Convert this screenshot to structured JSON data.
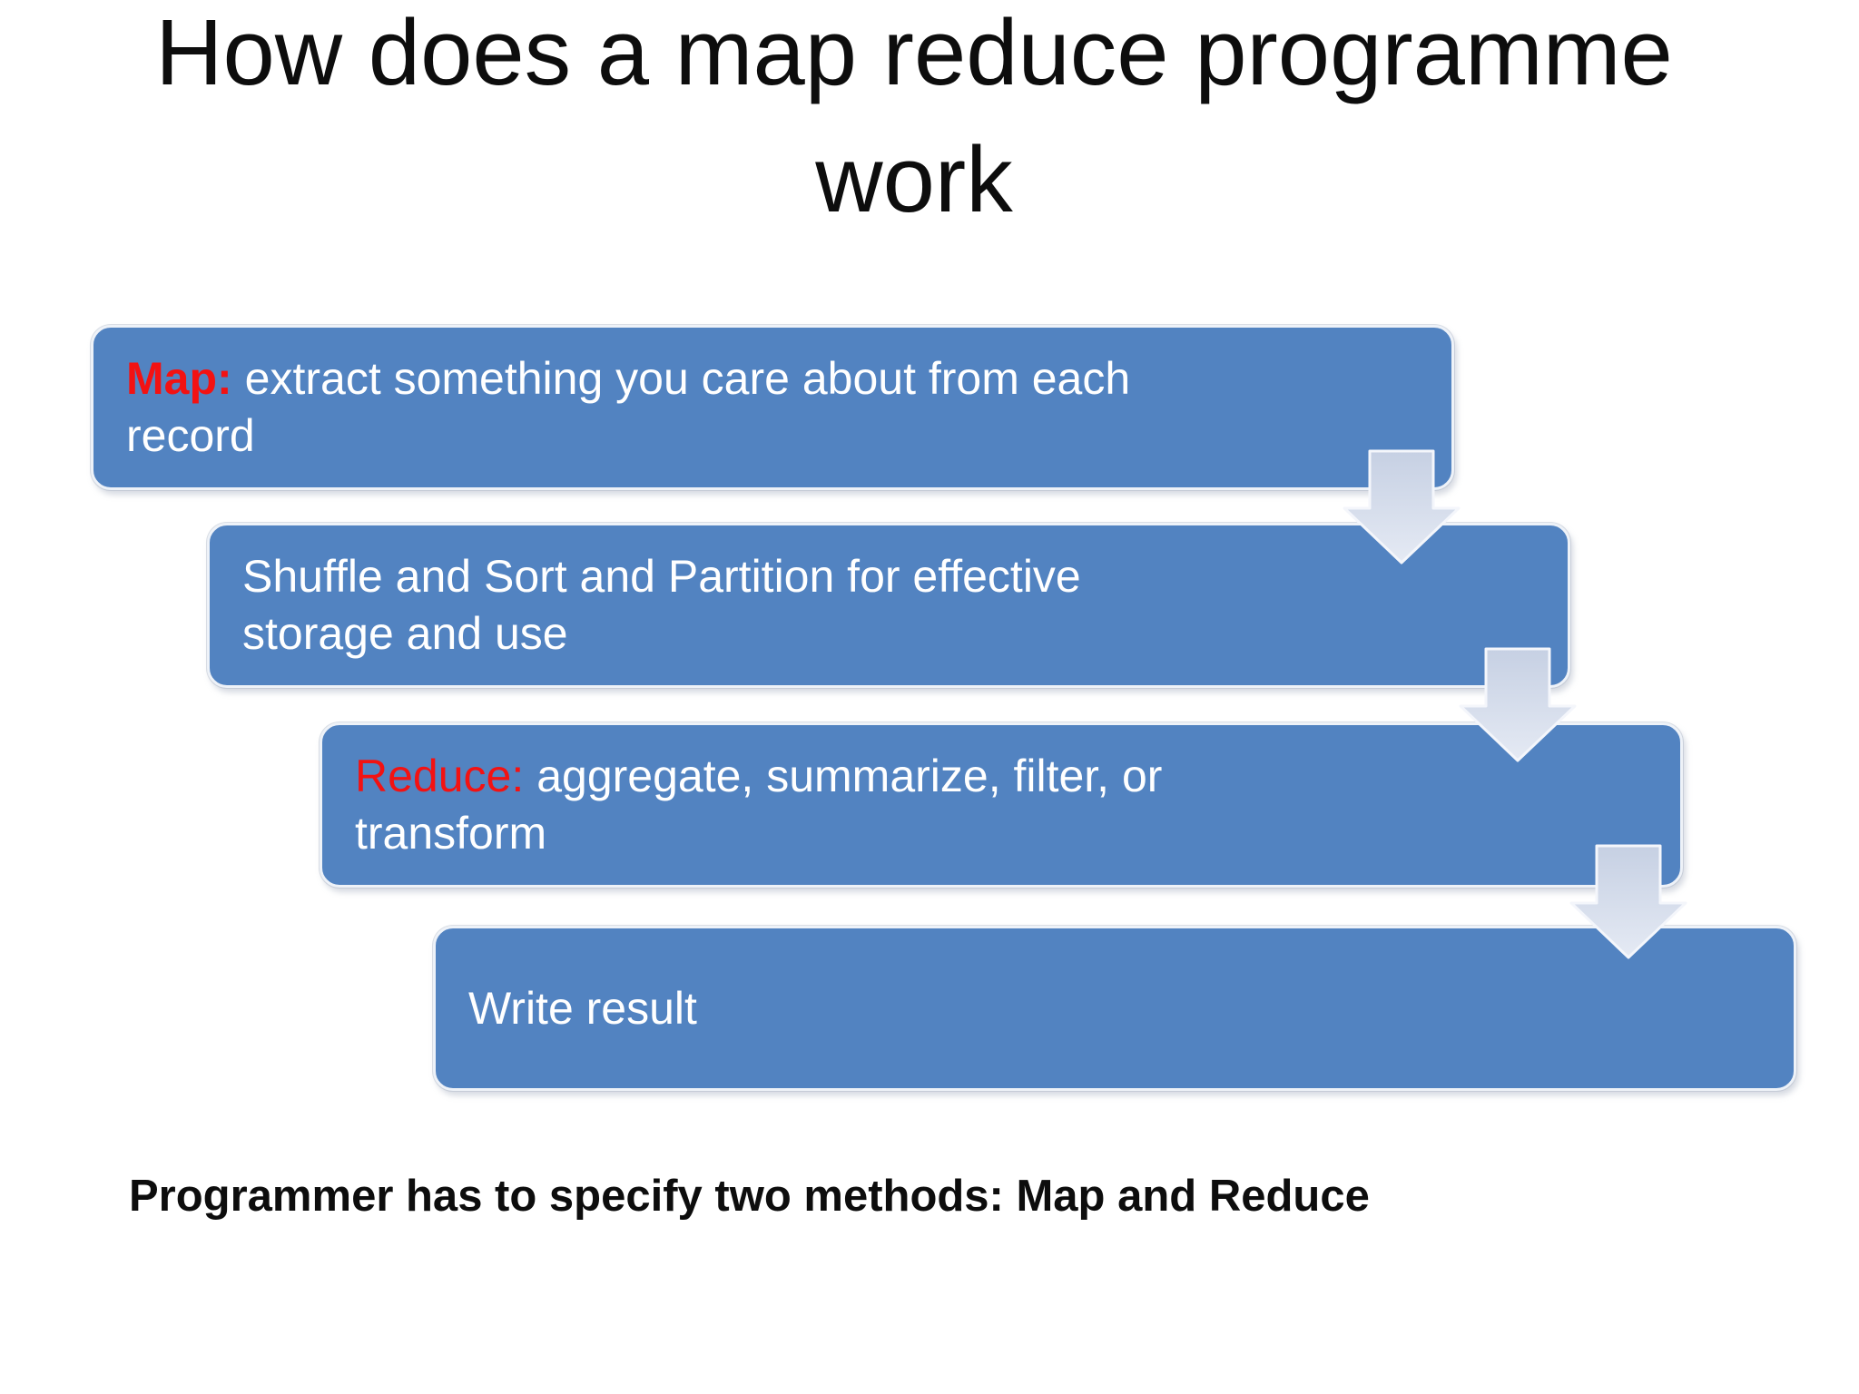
{
  "title": {
    "line1": "How does a map reduce programme",
    "line2": "work"
  },
  "steps": [
    {
      "id": "map",
      "label": "Map:",
      "line1": "extract something you care about from each",
      "line2": "record"
    },
    {
      "id": "shuffle",
      "label": "",
      "line1": "Shuffle and Sort and Partition for effective",
      "line2": "storage and use"
    },
    {
      "id": "reduce",
      "label": "Reduce:",
      "line1": "aggregate, summarize, filter, or",
      "line2": "transform"
    },
    {
      "id": "write",
      "label": "",
      "line1": "Write result",
      "line2": ""
    }
  ],
  "caption": "Programmer has to specify two methods: Map and Reduce",
  "icons": {
    "down_arrow": "block down-arrow connector"
  },
  "colors": {
    "box_fill": "#5283c1",
    "box_border": "#eef2f8",
    "label_red": "#f31212",
    "box_text": "#ffffff",
    "title_text": "#0d0d0d",
    "arrow_fill_top": "#c6d0e3",
    "arrow_fill_bottom": "#e5eaf4",
    "arrow_outline": "#f4f6fb",
    "background": "#ffffff"
  }
}
